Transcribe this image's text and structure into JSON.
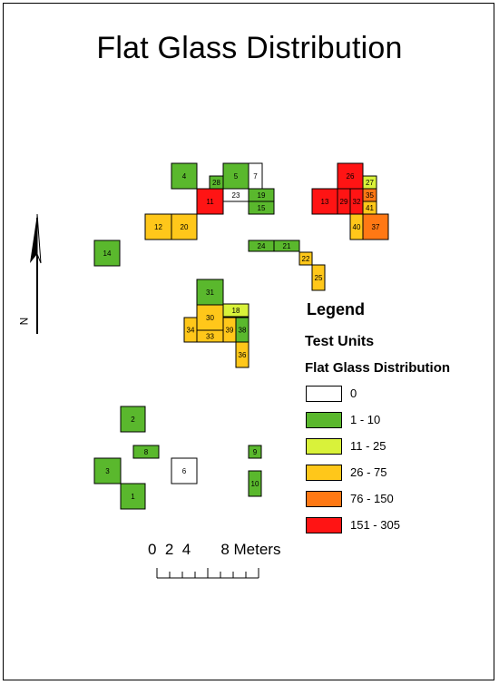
{
  "title": "Flat Glass Distribution",
  "colors": {
    "c0": "#ffffff",
    "c1": "#5ab82d",
    "c2": "#d9f23a",
    "c3": "#ffc71a",
    "c4": "#ff7814",
    "c5": "#ff1414"
  },
  "units": [
    {
      "id": "4",
      "cls": "c1"
    },
    {
      "id": "5",
      "cls": "c1"
    },
    {
      "id": "7",
      "cls": "c0"
    },
    {
      "id": "28",
      "cls": "c1"
    },
    {
      "id": "11",
      "cls": "c5"
    },
    {
      "id": "23",
      "cls": "c0"
    },
    {
      "id": "19",
      "cls": "c1"
    },
    {
      "id": "15",
      "cls": "c1"
    },
    {
      "id": "12",
      "cls": "c3"
    },
    {
      "id": "20",
      "cls": "c3"
    },
    {
      "id": "14",
      "cls": "c1"
    },
    {
      "id": "24",
      "cls": "c1"
    },
    {
      "id": "21",
      "cls": "c1"
    },
    {
      "id": "22",
      "cls": "c3"
    },
    {
      "id": "25",
      "cls": "c3"
    },
    {
      "id": "26",
      "cls": "c5"
    },
    {
      "id": "27",
      "cls": "c2"
    },
    {
      "id": "13",
      "cls": "c5"
    },
    {
      "id": "29",
      "cls": "c5"
    },
    {
      "id": "32",
      "cls": "c5"
    },
    {
      "id": "35",
      "cls": "c4"
    },
    {
      "id": "41",
      "cls": "c3"
    },
    {
      "id": "40",
      "cls": "c3"
    },
    {
      "id": "37",
      "cls": "c4"
    },
    {
      "id": "31",
      "cls": "c1"
    },
    {
      "id": "18",
      "cls": "c2"
    },
    {
      "id": "30",
      "cls": "c3"
    },
    {
      "id": "34",
      "cls": "c3"
    },
    {
      "id": "33",
      "cls": "c3"
    },
    {
      "id": "39",
      "cls": "c3"
    },
    {
      "id": "38",
      "cls": "c1"
    },
    {
      "id": "36",
      "cls": "c3"
    },
    {
      "id": "2",
      "cls": "c1"
    },
    {
      "id": "8",
      "cls": "c1"
    },
    {
      "id": "3",
      "cls": "c1"
    },
    {
      "id": "6",
      "cls": "c0"
    },
    {
      "id": "1",
      "cls": "c1"
    },
    {
      "id": "9",
      "cls": "c1"
    },
    {
      "id": "10",
      "cls": "c1"
    }
  ],
  "legend": {
    "heading": "Legend",
    "subheading": "Test Units",
    "field": "Flat Glass Distribution",
    "classes": [
      {
        "label": "0",
        "cls": "c0"
      },
      {
        "label": "1 - 10",
        "cls": "c1"
      },
      {
        "label": "11 - 25",
        "cls": "c2"
      },
      {
        "label": "26 - 75",
        "cls": "c3"
      },
      {
        "label": "76 - 150",
        "cls": "c4"
      },
      {
        "label": "151 - 305",
        "cls": "c5"
      }
    ]
  },
  "scalebar": {
    "text": "0  2  4       8 Meters"
  },
  "north": {
    "label": "N"
  }
}
